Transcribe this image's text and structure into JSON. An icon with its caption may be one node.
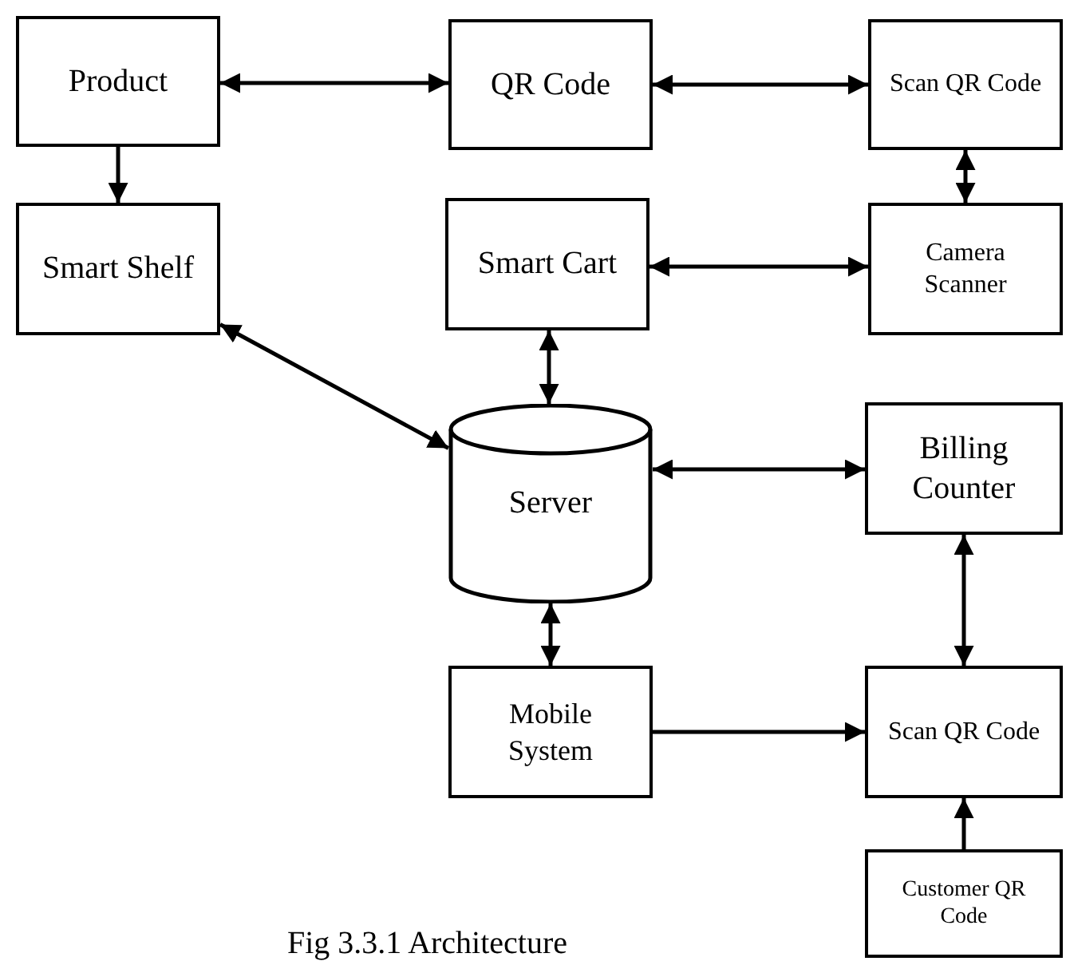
{
  "diagram": {
    "caption": "Fig 3.3.1 Architecture",
    "nodes": [
      {
        "text": [
          "Product"
        ]
      },
      {
        "text": [
          "QR Code"
        ]
      },
      {
        "text": [
          "Scan QR Code"
        ]
      },
      {
        "text": [
          "Smart Shelf"
        ]
      },
      {
        "text": [
          "Smart Cart"
        ]
      },
      {
        "text": [
          "Camera Scanner"
        ]
      },
      {
        "text": [
          "Server"
        ]
      },
      {
        "text": [
          "Billing Counter"
        ]
      },
      {
        "text": [
          "Mobile System"
        ]
      },
      {
        "text": [
          "Scan QR Code"
        ]
      },
      {
        "text": [
          "Customer QR Code"
        ]
      }
    ],
    "edges": [
      {
        "from": 0,
        "to": 1,
        "arrow": "both"
      },
      {
        "from": 1,
        "to": 2,
        "arrow": "both"
      },
      {
        "from": 0,
        "to": 3,
        "arrow": "to"
      },
      {
        "from": 2,
        "to": 5,
        "arrow": "both"
      },
      {
        "from": 4,
        "to": 5,
        "arrow": "both"
      },
      {
        "from": 3,
        "to": 6,
        "arrow": "both"
      },
      {
        "from": 4,
        "to": 6,
        "arrow": "both"
      },
      {
        "from": 6,
        "to": 7,
        "arrow": "both"
      },
      {
        "from": 6,
        "to": 8,
        "arrow": "both"
      },
      {
        "from": 8,
        "to": 9,
        "arrow": "to"
      },
      {
        "from": 7,
        "to": 9,
        "arrow": "both"
      },
      {
        "from": 10,
        "to": 9,
        "arrow": "to"
      }
    ]
  }
}
